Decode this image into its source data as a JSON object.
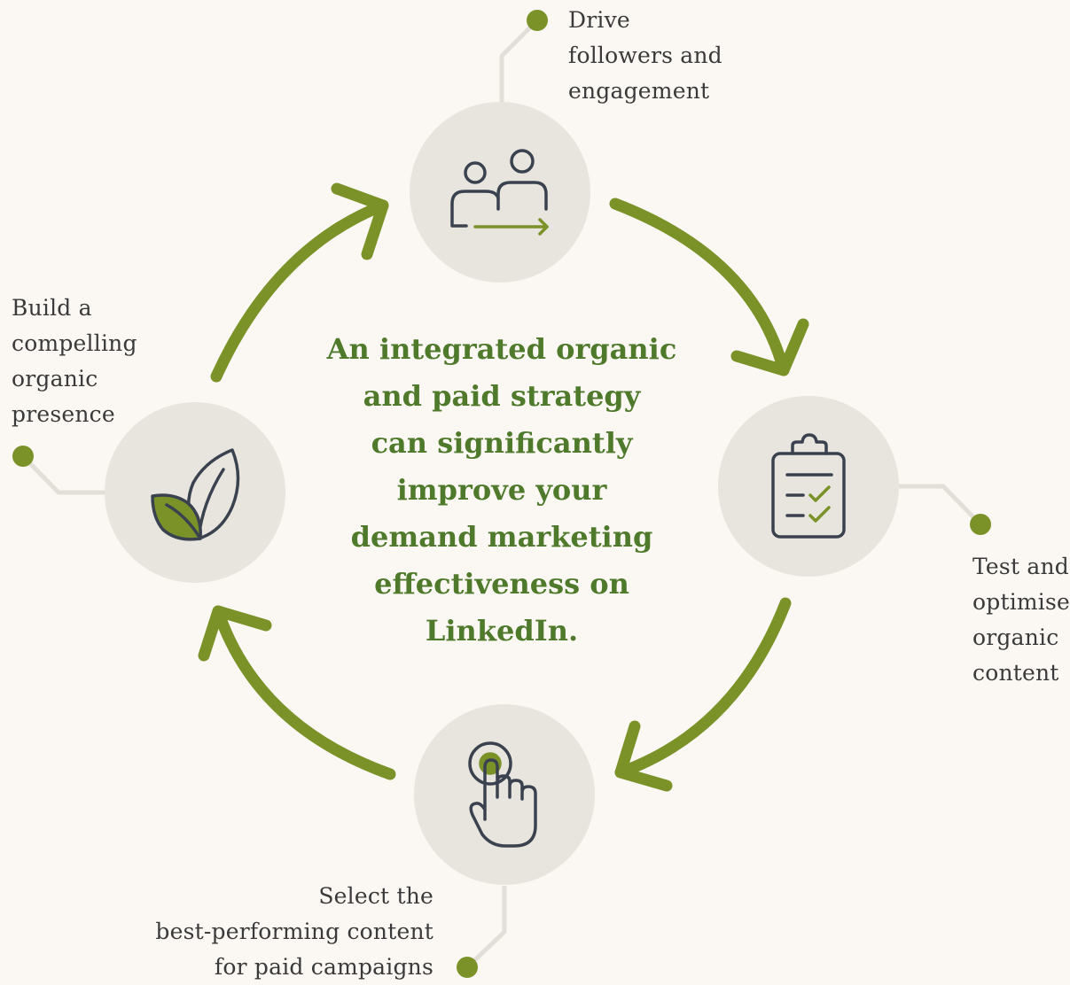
{
  "center_text": [
    "An integrated organic",
    "and paid strategy",
    "can significantly",
    "improve your",
    "demand marketing",
    "effectiveness on",
    "LinkedIn."
  ],
  "steps": {
    "top": {
      "icon": "people-arrow-icon",
      "label_lines": [
        "Drive",
        "followers and",
        "engagement"
      ]
    },
    "right": {
      "icon": "clipboard-checklist-icon",
      "label_lines": [
        "Test and",
        "optimise",
        "organic",
        "content"
      ]
    },
    "bottom": {
      "icon": "pointing-hand-icon",
      "label_lines": [
        "Select the",
        "best-performing content",
        "for paid campaigns"
      ]
    },
    "left": {
      "icon": "leaf-icon",
      "label_lines": [
        "Build a",
        "compelling",
        "organic",
        "presence"
      ]
    }
  },
  "colors": {
    "accent_green": "#7a9227",
    "text_green": "#4f7a2c",
    "icon_dark": "#3a4250",
    "circle_fill": "#e8e5df",
    "connector": "#e2dfd9",
    "background": "#fbf8f3"
  }
}
